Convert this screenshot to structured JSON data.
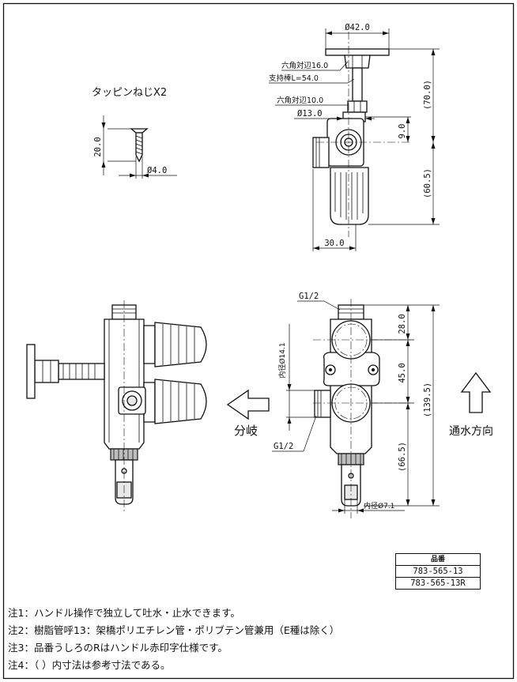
{
  "screw": {
    "title": "タッピンねじX2",
    "length": "20.0",
    "diameter": "Ø4.0"
  },
  "top_view": {
    "handle_dia": "Ø42.0",
    "hex_16": "六角対辺16.0",
    "stem_len": "支持棒L=54.0",
    "hex_10": "六角対辺10.0",
    "body_dia": "Ø13.0",
    "height_70": "(70.0)",
    "offset_9": "9.0",
    "height_60": "(60.5)",
    "width_30": "30.0"
  },
  "front_view": {
    "thread_top": "G1/2",
    "thread_side": "G1/2",
    "inner_dia_14": "内径Ø14.1",
    "inner_dia_7": "内径Ø7.1",
    "dim_28": "28.0",
    "dim_45": "45.0",
    "dim_139": "(139.5)",
    "dim_66": "(66.5)"
  },
  "labels": {
    "branch": "分岐",
    "flow": "通水方向"
  },
  "part_table": {
    "header": "品番",
    "rows": [
      "783-565-13",
      "783-565-13R"
    ]
  },
  "notes": [
    "注1：ハンドル操作で独立して吐水・止水できます。",
    "注2：樹脂管呼13：架橋ポリエチレン管・ポリブテン管兼用（E種は除く）",
    "注3：品番うしろのRはハンドル赤印字仕様です。",
    "注4：（ ）内寸法は参考寸法である。"
  ]
}
